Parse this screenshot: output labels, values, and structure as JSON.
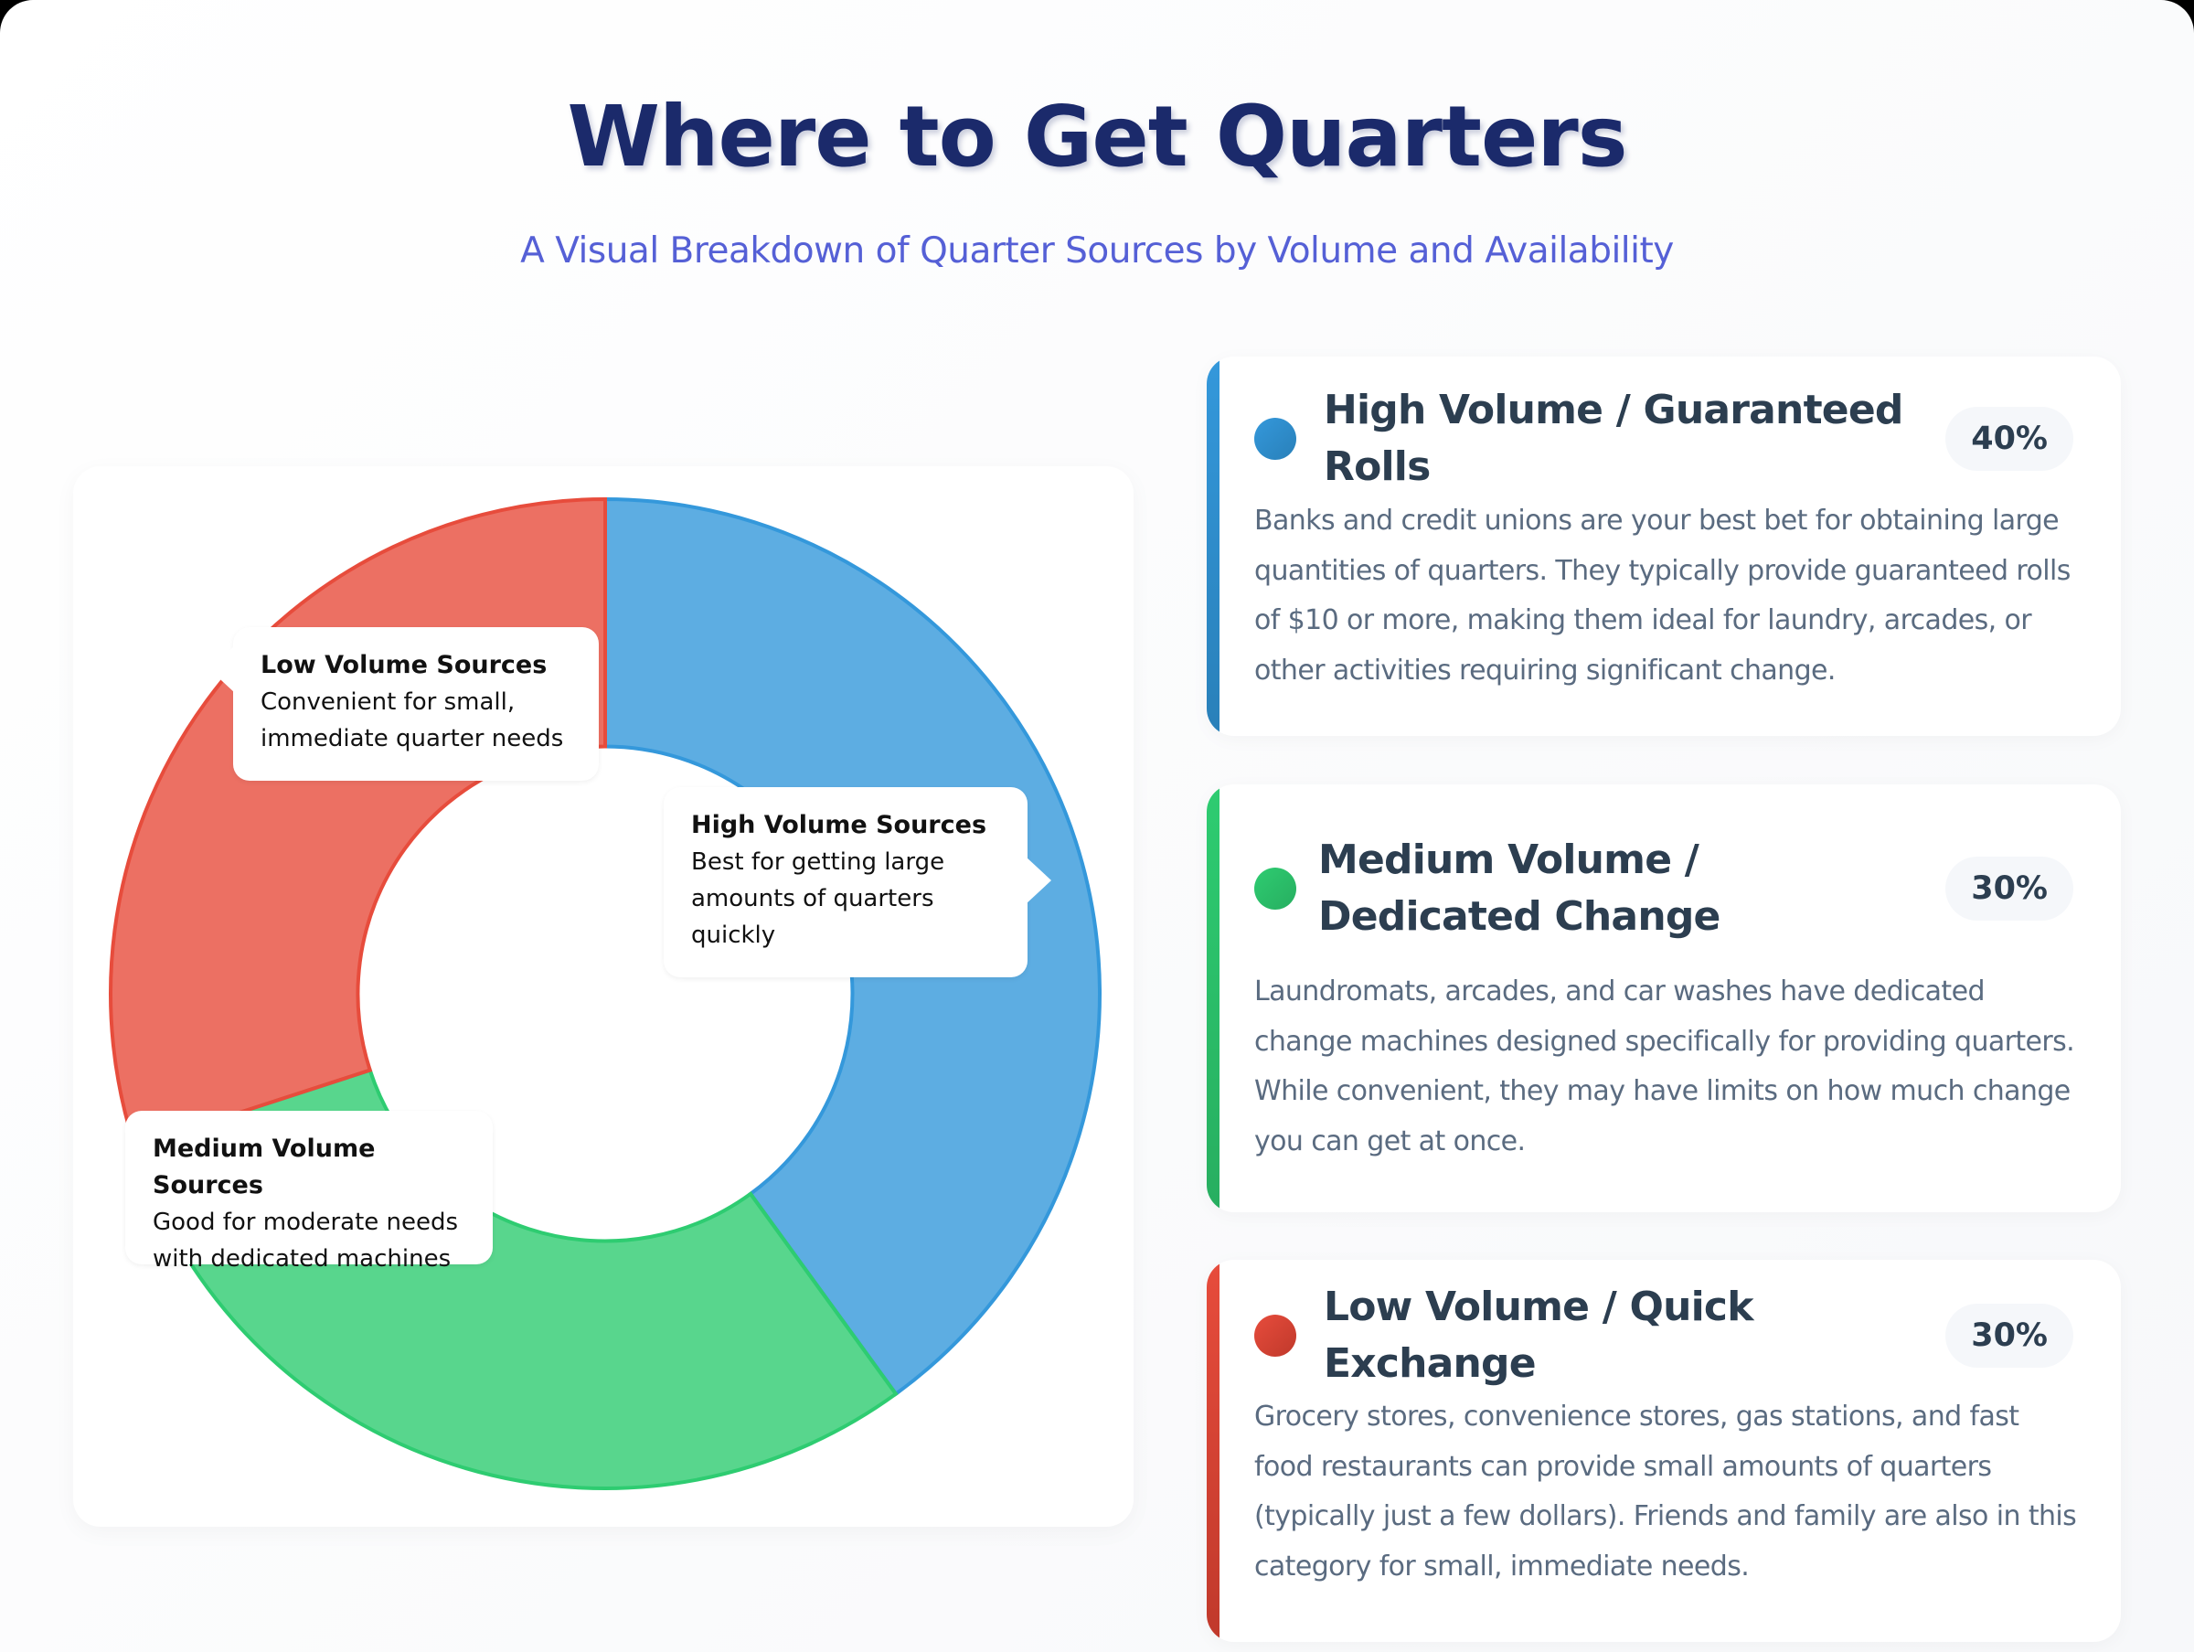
{
  "header": {
    "title": "Where to Get Quarters",
    "subtitle": "A Visual Breakdown of Quarter Sources by Volume and Availability"
  },
  "colors": {
    "high": "#3498db",
    "medium": "#2ecc71",
    "low": "#e74c3c",
    "title": "#1b2a6b",
    "subtitle": "#5560d6"
  },
  "tooltips": {
    "low": {
      "title": "Low Volume Sources",
      "line1": "Convenient for small,",
      "line2": "immediate quarter needs"
    },
    "high": {
      "title": "High Volume Sources",
      "line1": "Best for getting large",
      "line2": "amounts of quarters",
      "line3": "quickly"
    },
    "medium": {
      "title": "Medium Volume Sources",
      "line1": "Good for moderate needs",
      "line2": "with dedicated machines"
    }
  },
  "cards": [
    {
      "title": "High Volume / Guaranteed Rolls",
      "percent": "40%",
      "description": "Banks and credit unions are your best bet for obtaining large quantities of quarters. They typically provide guaranteed rolls of $10 or more, making them ideal for laundry, arcades, or other activities requiring significant change."
    },
    {
      "title": "Medium Volume / Dedicated Change",
      "percent": "30%",
      "description": "Laundromats, arcades, and car washes have dedicated change machines designed specifically for providing quarters. While convenient, they may have limits on how much change you can get at once."
    },
    {
      "title": "Low Volume / Quick Exchange",
      "percent": "30%",
      "description": "Grocery stores, convenience stores, gas stations, and fast food restaurants can provide small amounts of quarters (typically just a few dollars). Friends and family are also in this category for small, immediate needs."
    }
  ],
  "chart_data": {
    "type": "pie",
    "variant": "doughnut",
    "title": "Where to Get Quarters",
    "subtitle": "A Visual Breakdown of Quarter Sources by Volume and Availability",
    "categories": [
      "High Volume Sources",
      "Medium Volume Sources",
      "Low Volume Sources"
    ],
    "values": [
      40,
      30,
      30
    ],
    "colors": [
      "#3498db",
      "#2ecc71",
      "#e74c3c"
    ],
    "start_angle_deg": 0,
    "direction": "clockwise",
    "cutout_ratio": 0.5,
    "legend": "none",
    "annotations": [
      "High Volume Sources: Best for getting large amounts of quarters quickly",
      "Medium Volume Sources: Good for moderate needs with dedicated machines",
      "Low Volume Sources: Convenient for small, immediate quarter needs"
    ]
  }
}
